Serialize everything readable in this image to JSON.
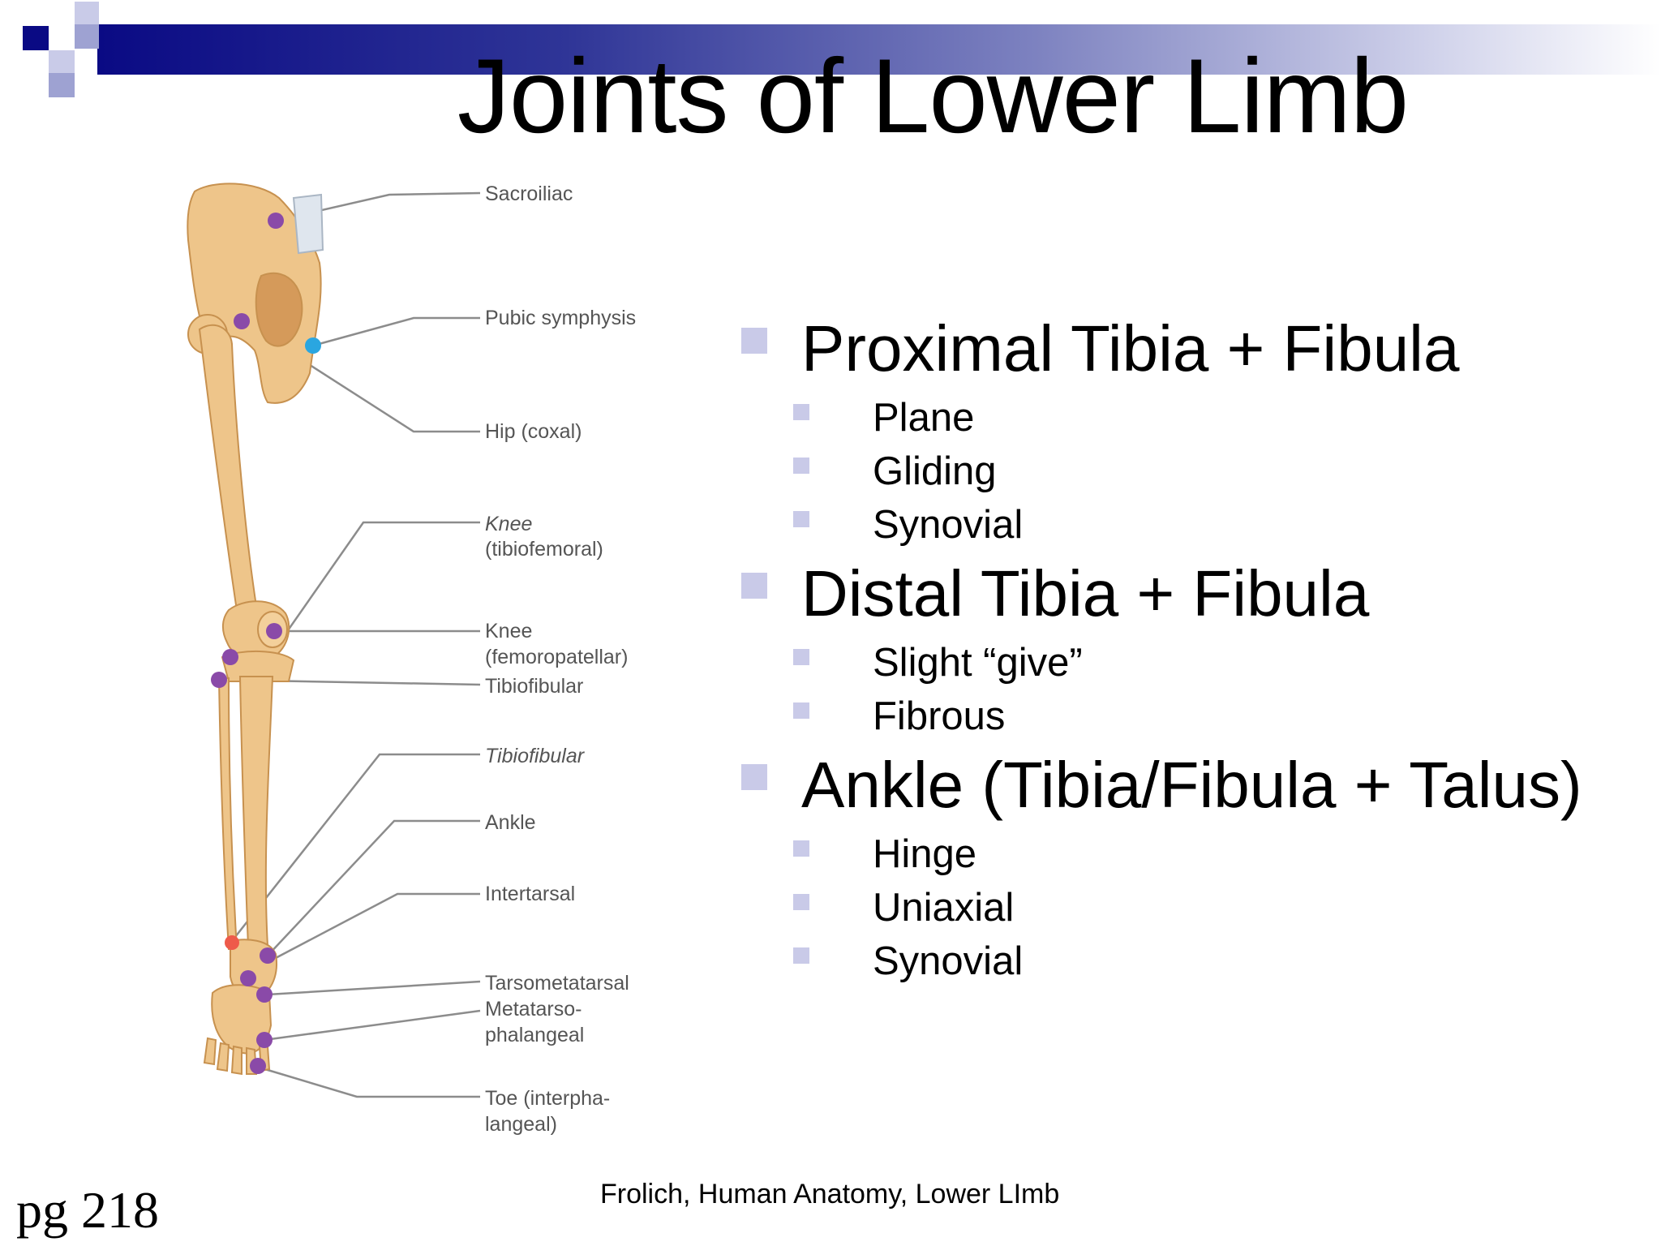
{
  "slide": {
    "title": "Joints of Lower Limb",
    "page_ref": "pg 218",
    "credit": "Frolich, Human Anatomy, Lower LImb"
  },
  "figure_labels": {
    "sacroiliac": "Sacroiliac",
    "pubic_symphysis": "Pubic symphysis",
    "hip": "Hip (coxal)",
    "knee_tf_1": "Knee",
    "knee_tf_2": "(tibiofemoral)",
    "knee_fp_1": "Knee",
    "knee_fp_2": "(femoropatellar)",
    "tibiofibular_prox": "Tibiofibular",
    "tibiofibular_dist": "Tibiofibular",
    "ankle": "Ankle",
    "intertarsal": "Intertarsal",
    "tarsometatarsal": "Tarsometatarsal",
    "mtp_1": "Metatarso-",
    "mtp_2": "phalangeal",
    "toe_1": "Toe (interpha-",
    "toe_2": "langeal)"
  },
  "sections": [
    {
      "heading": "Proximal Tibia + Fibula",
      "items": [
        "Plane",
        "Gliding",
        "Synovial"
      ]
    },
    {
      "heading": "Distal Tibia + Fibula",
      "items": [
        "Slight “give”",
        "Fibrous"
      ]
    },
    {
      "heading": "Ankle (Tibia/Fibula + Talus)",
      "items": [
        "Hinge",
        "Uniaxial",
        "Synovial"
      ]
    }
  ],
  "colors": {
    "title_bar_start": "#0a0a84",
    "bullet_marker": "#c9cae8",
    "bone": "#eec58a",
    "joint_marker": "#8a4aa8",
    "joint_marker_cartilage": "#2aa6e0"
  }
}
